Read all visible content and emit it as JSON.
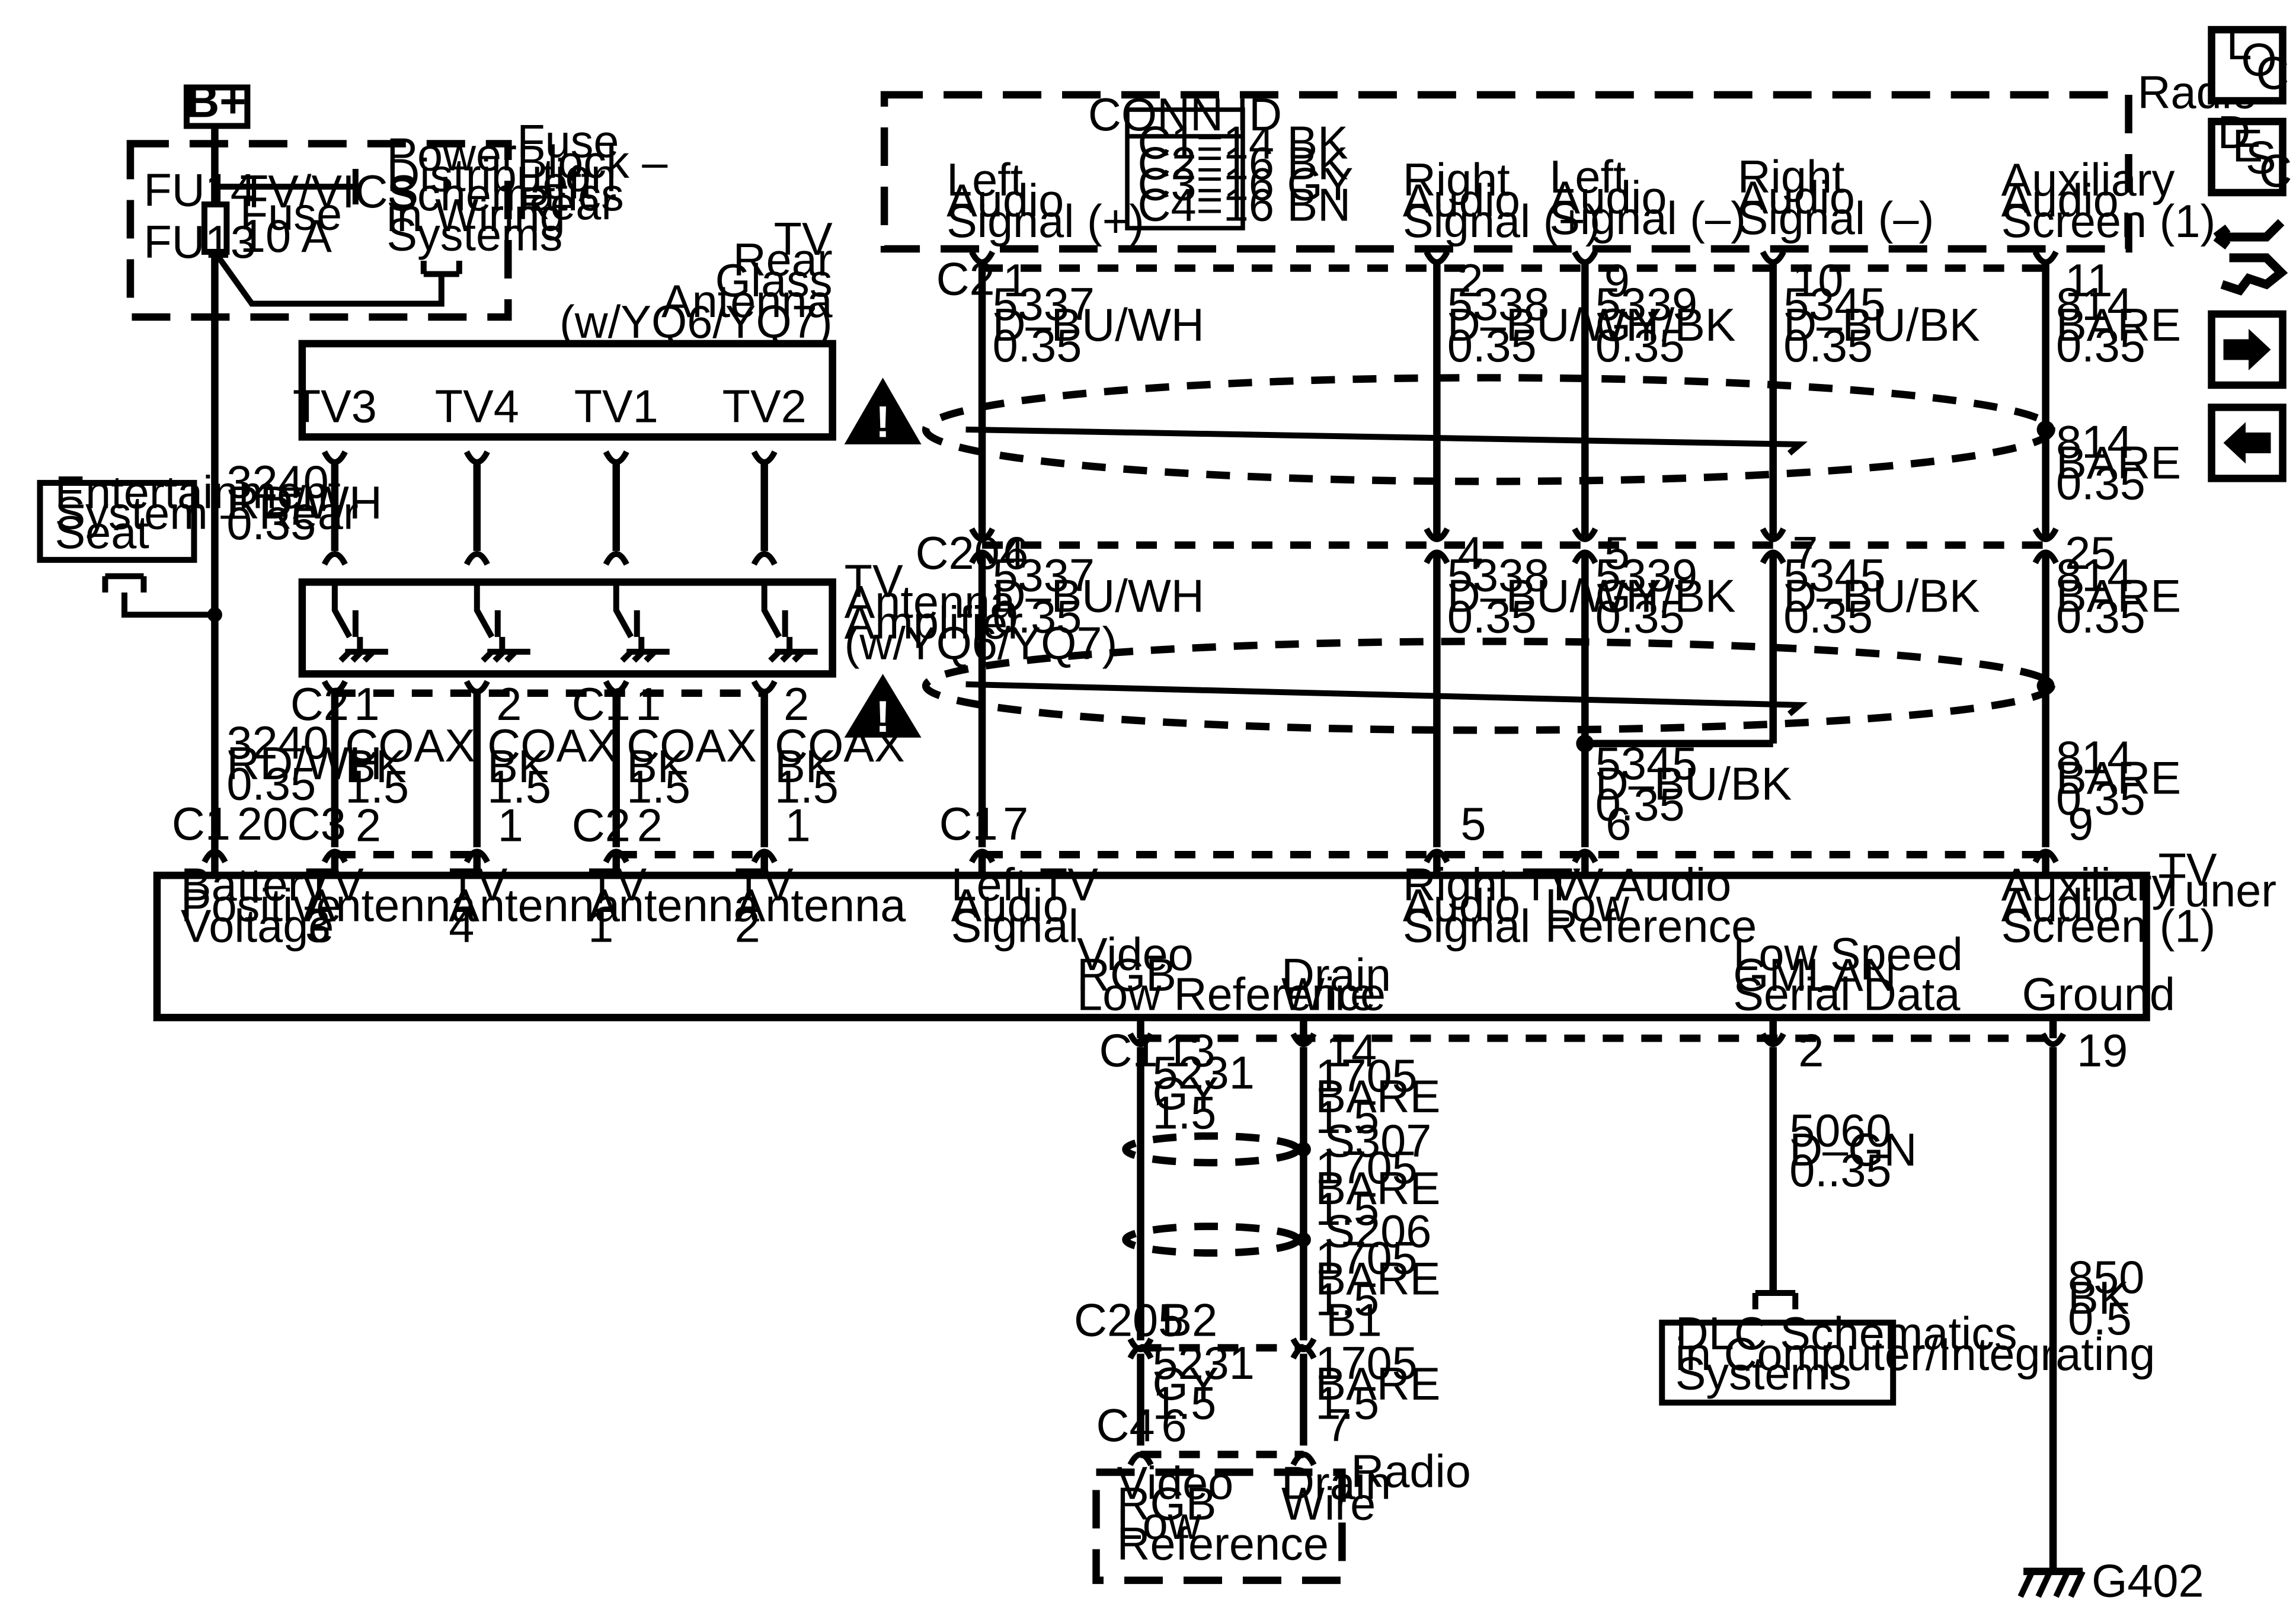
{
  "power": {
    "battery_label": "B+",
    "fuse_block_label": [
      "Fuse",
      "Block –",
      "Left",
      "Rear"
    ],
    "fuse_in": "FU14",
    "fuse_out": "FU13",
    "fuse_label": [
      "TV/VICS",
      "Fuse",
      "10 A"
    ],
    "power_dist_ref": [
      "Power",
      "Distribution",
      "Schematics",
      "in Wiring",
      "Systems"
    ],
    "ent_system_ref": [
      "Entertainment",
      "System – Rear",
      "Seat"
    ],
    "wire_upper": [
      "3240",
      "RD/WH",
      "0.35"
    ],
    "wire_lower": [
      "3240",
      "RD/WH",
      "0.35"
    ]
  },
  "antenna": {
    "glass_label": [
      "TV",
      "Rear",
      "Glass",
      "Antenna",
      "(w/YQ6/YQ7)"
    ],
    "glass_pins": [
      "TV3",
      "TV4",
      "TV1",
      "TV2"
    ],
    "amp_label": [
      "TV",
      "Antenna",
      "Amplifier",
      "(w/YQ6/YQ7)"
    ],
    "amp_out_conn_a": "C2",
    "amp_out_conn_b": "C1",
    "amp_out_pins": [
      "1",
      "2",
      "1",
      "2"
    ],
    "coax_wire": [
      "COAX",
      "BK",
      "1.5"
    ]
  },
  "radio": {
    "label": "Radio",
    "conn_id_title": "CONN ID",
    "conn_id_lines": [
      "C1=14 BK",
      "C2=16 BK",
      "C3=16 GY",
      "C4=16 BN"
    ],
    "signals": [
      [
        "Left",
        "Audio",
        "Signal (+)"
      ],
      [
        "Right",
        "Audio",
        "Signal (+)"
      ],
      [
        "Left",
        "Audio",
        "Signal (–)"
      ],
      [
        "Right",
        "Audio",
        "Signal (–)"
      ],
      [
        "Auxiliary",
        "Audio",
        "Screen (1)"
      ]
    ],
    "conn": "C2",
    "pins": [
      "1",
      "2",
      "9",
      "10",
      "11"
    ],
    "wires": [
      [
        "5337",
        "D–BU/WH",
        "0.35"
      ],
      [
        "5338",
        "D–BU/WH",
        "0.35"
      ],
      [
        "5339",
        "GY/BK",
        "0.35"
      ],
      [
        "5345",
        "D–BU/BK",
        "0.35"
      ],
      [
        "814",
        "BARE",
        "0.35"
      ]
    ],
    "shield_wire": [
      "814",
      "BARE",
      "0.35"
    ]
  },
  "inline_c204": {
    "conn": "C204",
    "pins": [
      "6",
      "4",
      "5",
      "7",
      "25"
    ],
    "wires": [
      [
        "5337",
        "D–BU/WH",
        "0.35"
      ],
      [
        "5338",
        "D–BU/WH",
        "0.35"
      ],
      [
        "5339",
        "GY/BK",
        "0.35"
      ],
      [
        "5345",
        "D–BU/BK",
        "0.35"
      ],
      [
        "814",
        "BARE",
        "0.35"
      ]
    ],
    "splice_wire": [
      "5345",
      "D–BU/BK",
      "0.35"
    ],
    "shield_wire": [
      "814",
      "BARE",
      "0.35"
    ]
  },
  "tuner": {
    "label": "TV Tuner",
    "conns": {
      "c1": "C1",
      "c3": "C3",
      "c2": "C2",
      "c1b": "C1",
      "c1c": "C1"
    },
    "top_pins": [
      "20",
      "2",
      "1",
      "2",
      "1",
      "7",
      "5",
      "6",
      "9"
    ],
    "top_labels": [
      [
        "Battery",
        "Positive",
        "Voltage"
      ],
      [
        "TV",
        "Antenna",
        "3"
      ],
      [
        "TV",
        "Antenna",
        "4"
      ],
      [
        "TV",
        "Antenna",
        "1"
      ],
      [
        "TV",
        "Antenna",
        "2"
      ],
      [
        "Left TV",
        "Audio",
        "Signal"
      ],
      [
        "Right TV",
        "Audio",
        "Signal"
      ],
      [
        "TV Audio",
        "Low",
        "Reference"
      ],
      [
        "Auxiliary",
        "Audio",
        "Screen (1)"
      ]
    ],
    "bottom_labels": [
      [
        "Video",
        "RGB",
        "Low Reference"
      ],
      [
        "Drain",
        "Wire"
      ],
      [
        "Low Speed",
        "GMLAN",
        "Serial Data"
      ],
      [
        "Ground"
      ]
    ],
    "bottom_conn": "C1",
    "bottom_pins": [
      "13",
      "14",
      "2",
      "19"
    ]
  },
  "lower": {
    "video_wire_a": [
      "5231",
      "GY",
      "1.5"
    ],
    "drain_wire_a": [
      "1705",
      "BARE",
      "1.5"
    ],
    "splice_s307": "S307",
    "drain_wire_b": [
      "1705",
      "BARE",
      "1.5"
    ],
    "splice_s206": "S206",
    "drain_wire_c": [
      "1705",
      "BARE",
      "1.5"
    ],
    "c205": "C205",
    "c205_pins": [
      "B2",
      "B1"
    ],
    "video_wire_b": [
      "5231",
      "GY",
      "1.5"
    ],
    "drain_wire_d": [
      "1705",
      "BARE",
      "1.5"
    ],
    "c4": "C4",
    "c4_pins": [
      "6",
      "7"
    ],
    "radio_label": "Radio",
    "radio_pins": [
      [
        "Video",
        "RGB",
        "Low",
        "Reference"
      ],
      [
        "Drain",
        "Wire"
      ]
    ],
    "gmlan_wire": [
      "5060",
      "D–GN",
      "0..35"
    ],
    "dlc_ref": [
      "DLC Schematics",
      "in Computer/Integrating",
      "Systems"
    ],
    "ground_wire": [
      "850",
      "BK",
      "0.5"
    ],
    "ground_label": "G402"
  },
  "nav": {
    "loc": [
      "L",
      "O",
      "C"
    ],
    "desc": [
      "D",
      "E",
      "S",
      "C"
    ],
    "buttons": [
      "connector-icon",
      "next-arrow-icon",
      "prev-arrow-icon"
    ]
  }
}
